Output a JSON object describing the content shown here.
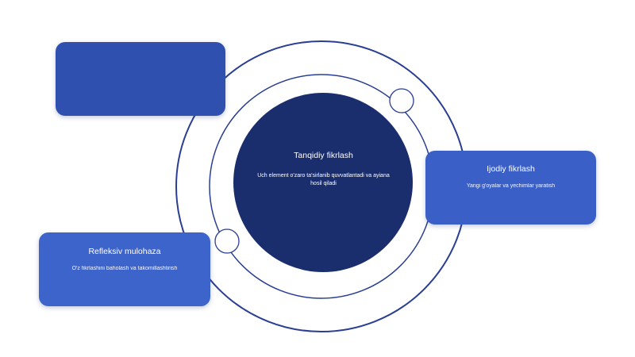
{
  "center": {
    "title": "Tanqidiy fikrlash",
    "description": "Uch element o'zaro ta'sirlanib quvvatlantadi va ayiana hosil qiladi"
  },
  "boxes": {
    "top_left": {
      "title": "",
      "description": ""
    },
    "right": {
      "title": "Ijodiy fikrlash",
      "description": "Yangi g'oyalar va yechimlar yaratish"
    },
    "bottom_left": {
      "title": "Refleksiv mulohaza",
      "description": "O'z fikrlashini baholash va takomillashtirish"
    }
  },
  "colors": {
    "center_fill": "#1a2e6e",
    "ring_stroke": "#2a3f93",
    "box_top_left": "#2f50ae",
    "box_right": "#3a5fc6",
    "box_bottom_left": "#3d64ca"
  },
  "footer": {
    "note": ""
  }
}
